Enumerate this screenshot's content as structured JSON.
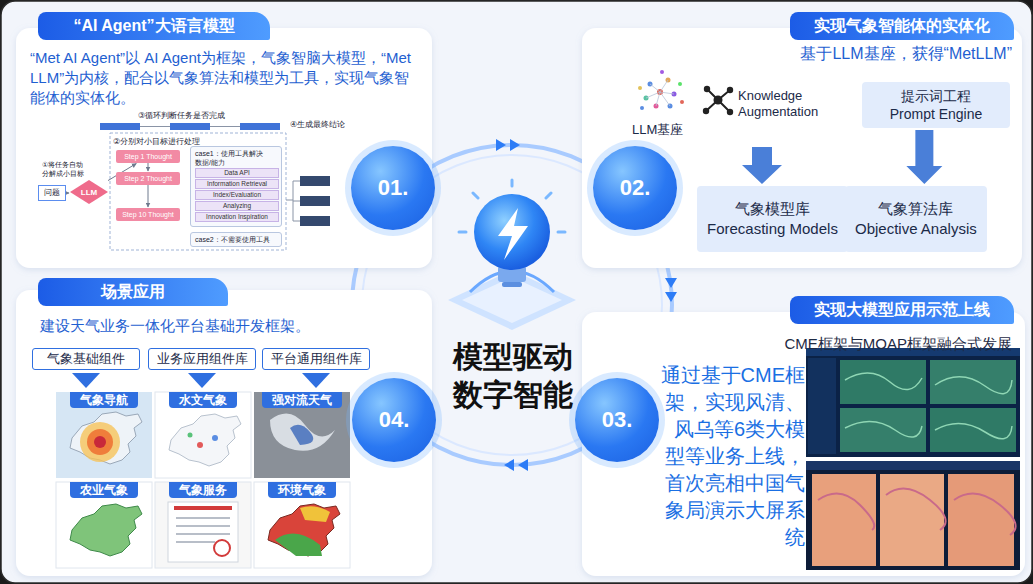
{
  "diagram": {
    "nodes": [
      {
        "text": [
          "“Met AI Agent”以 AI Agent为框架，气象智脑大模型，“Met LLM”为内核，配合以气象算法和模型为工具，实现气象智能体的实体化。"
        ]
      },
      {
        "text": [
          "“AI Agent”大语言模型"
        ],
        "in": 0
      },
      {
        "text": [
          "问题"
        ],
        "in": 0
      },
      {
        "text": [
          "LLM"
        ],
        "in": 0
      },
      {
        "text": [
          "Step 1 Thought"
        ],
        "in": 0
      },
      {
        "text": [
          "Step 2 Thought"
        ],
        "in": 0
      },
      {
        "text": [
          "Step 10 Thought"
        ],
        "in": 0
      },
      {
        "text": [
          "case1：使用工具解决",
          "数据/能力"
        ],
        "in": 0
      },
      {
        "text": [
          "Data API"
        ],
        "in": 7
      },
      {
        "text": [
          "Information Retrieval"
        ],
        "in": 7
      },
      {
        "text": [
          "Index/Evaluation"
        ],
        "in": 7
      },
      {
        "text": [
          "Analyzing"
        ],
        "in": 7
      },
      {
        "text": [
          "Innovation Inspiration"
        ],
        "in": 7
      },
      {
        "text": [
          "case2：不需要使用工具"
        ],
        "in": 0
      },
      {
        "text": [
          "基于LLM基座，获得“MetLLM”"
        ]
      },
      {
        "text": [
          "实现气象智能体的实体化"
        ],
        "in": 14
      },
      {
        "text": [
          "提示词工程",
          "Prompt Engine"
        ],
        "in": 14
      },
      {
        "text": [
          "气象模型库",
          "Forecasting Models"
        ],
        "in": 14
      },
      {
        "text": [
          "气象算法库",
          "Objective Analysis"
        ],
        "in": 14
      },
      {
        "text": [
          "CME框架与MOAP框架融合式发展",
          "通过基于CME框架，实现风清、风乌等6类大模型等业务上线，首次亮相中国气象局演示大屏系统"
        ]
      },
      {
        "text": [
          "实现大模型应用示范上线"
        ],
        "in": 19
      },
      {
        "text": [
          "建设天气业务一体化平台基础开发框架。"
        ]
      },
      {
        "text": [
          "场景应用"
        ],
        "in": 21
      },
      {
        "text": [
          "气象基础组件"
        ],
        "in": 21
      },
      {
        "text": [
          "业务应用组件库"
        ],
        "in": 21
      },
      {
        "text": [
          "平台通用组件库"
        ],
        "in": 21
      },
      {
        "text": [
          "气象导航"
        ],
        "in": 21
      },
      {
        "text": [
          "水文气象"
        ],
        "in": 21
      },
      {
        "text": [
          "强对流天气"
        ],
        "in": 21
      },
      {
        "text": [
          "农业气象"
        ],
        "in": 21
      },
      {
        "text": [
          "气象服务"
        ],
        "in": 21
      },
      {
        "text": [
          "环境气象"
        ],
        "in": 21
      },
      {
        "text": [
          "01."
        ]
      },
      {
        "text": [
          "02."
        ]
      },
      {
        "text": [
          "03."
        ]
      },
      {
        "text": [
          "04."
        ]
      }
    ],
    "edges": [
      {
        "from": 2,
        "to": 3,
        "arrow": "to"
      },
      {
        "from": 3,
        "to": 4,
        "arrow": "to"
      },
      {
        "from": 4,
        "to": 5,
        "arrow": "to"
      },
      {
        "from": 5,
        "to": 6,
        "arrow": "to"
      },
      {
        "from": 16,
        "to": 18,
        "arrow": "to"
      }
    ],
    "labels": [
      "③循环判断任务是否完成",
      "②分别对小目标进行处理",
      "①将任务自动分解成小目标",
      "④生成最终结论",
      "LLM基座",
      "Knowledge Augmentation",
      "模型驱动 数字智能"
    ]
  }
}
